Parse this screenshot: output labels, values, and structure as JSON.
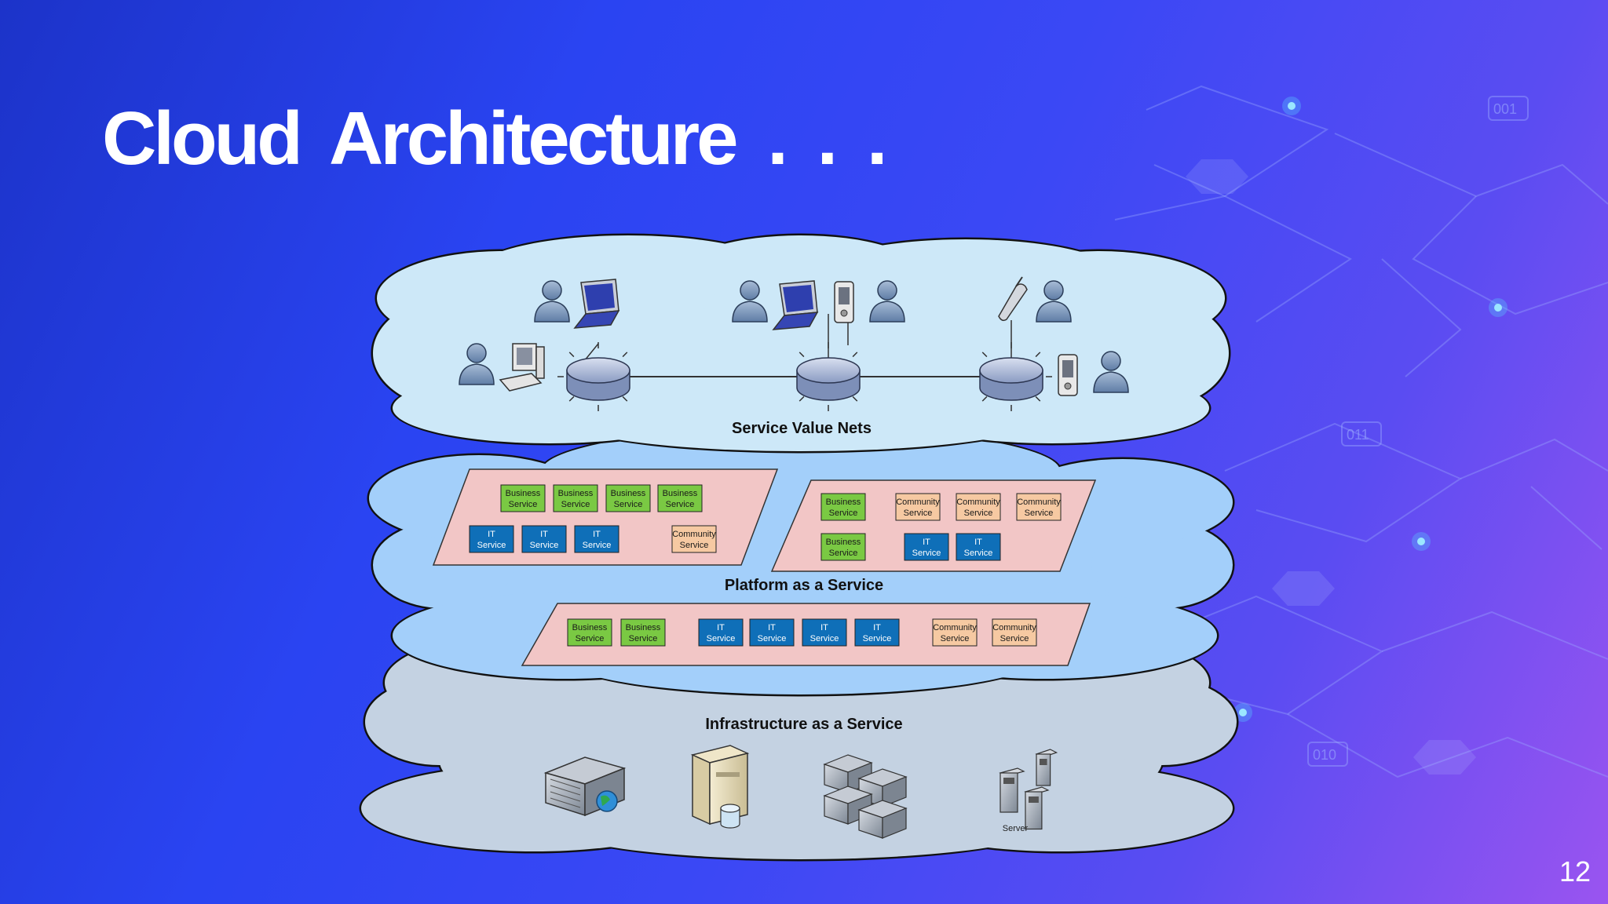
{
  "slide": {
    "title": "Cloud  Architecture . . .",
    "page_number": "12",
    "background_start": "#1c33c9",
    "background_end": "#9a54f0"
  },
  "background": {
    "binary_tags": [
      "001",
      "011",
      "010"
    ]
  },
  "diagram": {
    "colors": {
      "top_cloud": "#cde8f8",
      "middle_cloud": "#a3cffa",
      "bottom_cloud": "#c4d2e2",
      "panel": "#f2c6c6",
      "business": "#7ac943",
      "it": "#0f6fb8",
      "community": "#f6c9a2"
    },
    "layers": [
      {
        "label": "Service Value Nets"
      },
      {
        "label": "Platform as a Service"
      },
      {
        "label": "Infrastructure as a Service"
      }
    ],
    "service_labels": {
      "business_1": "Business",
      "business_2": "Service",
      "it_1": "IT",
      "it_2": "Service",
      "community_1": "Community",
      "community_2": "Service"
    },
    "panels": [
      {
        "rows": [
          [
            "business",
            "business",
            "business",
            "business"
          ],
          [
            "it",
            "it",
            "it",
            "community"
          ]
        ]
      },
      {
        "rows": [
          [
            "business",
            "community",
            "community",
            "community"
          ],
          [
            "business",
            "it",
            "it"
          ]
        ]
      },
      {
        "rows": [
          [
            "business",
            "business",
            "it",
            "it",
            "it",
            "it",
            "community",
            "community"
          ]
        ]
      }
    ],
    "infrastructure": {
      "server_label": "Server"
    },
    "icons": [
      "user-icon",
      "laptop-icon",
      "desktop-computer-icon",
      "pda-icon",
      "mobile-phone-icon",
      "network-hub-icon",
      "server-icon",
      "database-server-icon",
      "server-cluster-icon",
      "server-tower-icon"
    ]
  }
}
